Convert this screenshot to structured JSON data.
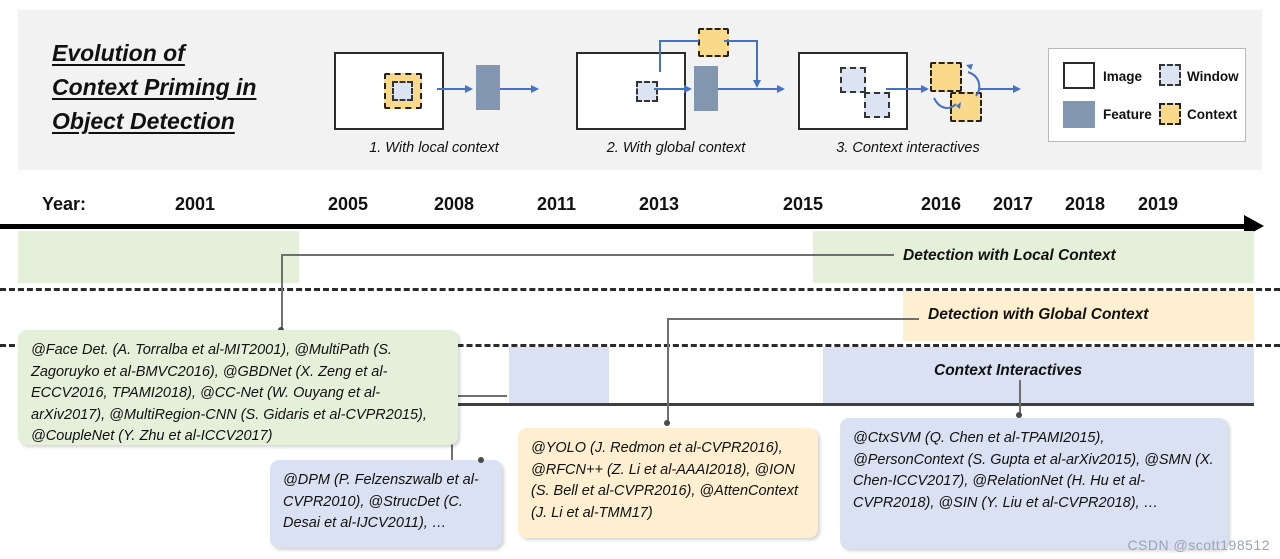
{
  "header": {
    "title_lines": [
      "Evolution of",
      "Context Priming in",
      "Object Detection"
    ],
    "diagrams": [
      {
        "caption": "1. With local context",
        "icon": "local-context-diagram"
      },
      {
        "caption": "2. With global context",
        "icon": "global-context-diagram"
      },
      {
        "caption": "3. Context interactives",
        "icon": "context-interactives-diagram"
      }
    ],
    "legend": {
      "items": [
        {
          "label": "Image",
          "swatch": "white-rect-outline",
          "color": "#ffffff"
        },
        {
          "label": "Window",
          "swatch": "dashed-blue-rect",
          "color": "#dce3f2"
        },
        {
          "label": "Feature",
          "swatch": "solid-slate-rect",
          "color": "#8396b0"
        },
        {
          "label": "Context",
          "swatch": "dashed-yellow-rect",
          "color": "#fbd98a"
        }
      ]
    }
  },
  "timeline": {
    "axis_label": "Year:",
    "years": [
      "2001",
      "2005",
      "2008",
      "2011",
      "2013",
      "2015",
      "2016",
      "2017",
      "2018",
      "2019"
    ]
  },
  "bands": [
    {
      "name": "local",
      "label": "Detection with Local Context",
      "color": "#e4f0da"
    },
    {
      "name": "global",
      "label": "Detection with Global Context",
      "color": "#fdefd0"
    },
    {
      "name": "inter",
      "label": "Context Interactives",
      "color": "#d9e1f2"
    }
  ],
  "callouts": [
    {
      "name": "local-context-papers",
      "color": "#e4f0da",
      "text": "@Face Det. (A. Torralba et al-MIT2001), @MultiPath (S. Zagoruyko et al-BMVC2016), @GBDNet (X. Zeng et al-ECCV2016, TPAMI2018), @CC-Net (W. Ouyang et al-arXiv2017), @MultiRegion-CNN (S. Gidaris et al-CVPR2015), @CoupleNet (Y. Zhu et al-ICCV2017)"
    },
    {
      "name": "dpm-papers",
      "color": "#d9e1f2",
      "text": "@DPM (P. Felzenszwalb et al-CVPR2010), @StrucDet (C. Desai et al-IJCV2011), …"
    },
    {
      "name": "global-context-papers",
      "color": "#fdefd0",
      "text": "@YOLO (J. Redmon et al-CVPR2016), @RFCN++ (Z. Li et al-AAAI2018), @ION (S. Bell et al-CVPR2016), @AttenContext (J. Li et al-TMM17)"
    },
    {
      "name": "context-interactives-papers",
      "color": "#d9e1f2",
      "text": "@CtxSVM (Q. Chen et al-TPAMI2015), @PersonContext (S. Gupta et al-arXiv2015), @SMN (X. Chen-ICCV2017), @RelationNet (H. Hu et al-CVPR2018), @SIN (Y. Liu et al-CVPR2018), …"
    }
  ],
  "watermark": "CSDN @scott198512"
}
